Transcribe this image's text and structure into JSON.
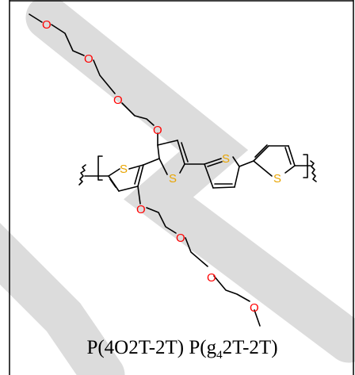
{
  "figure": {
    "atom_labels": {
      "oxygen": "O",
      "sulfur": "S"
    },
    "caption": {
      "part1": "P(4O2T-2T) P(g",
      "subscript": "4",
      "part2": "2T-2T)"
    }
  },
  "colors": {
    "watermark": "#dcdcdc",
    "bond": "#000000",
    "oxygen": "#ff0000",
    "sulfur": "#e8a400",
    "border": "#000000"
  }
}
